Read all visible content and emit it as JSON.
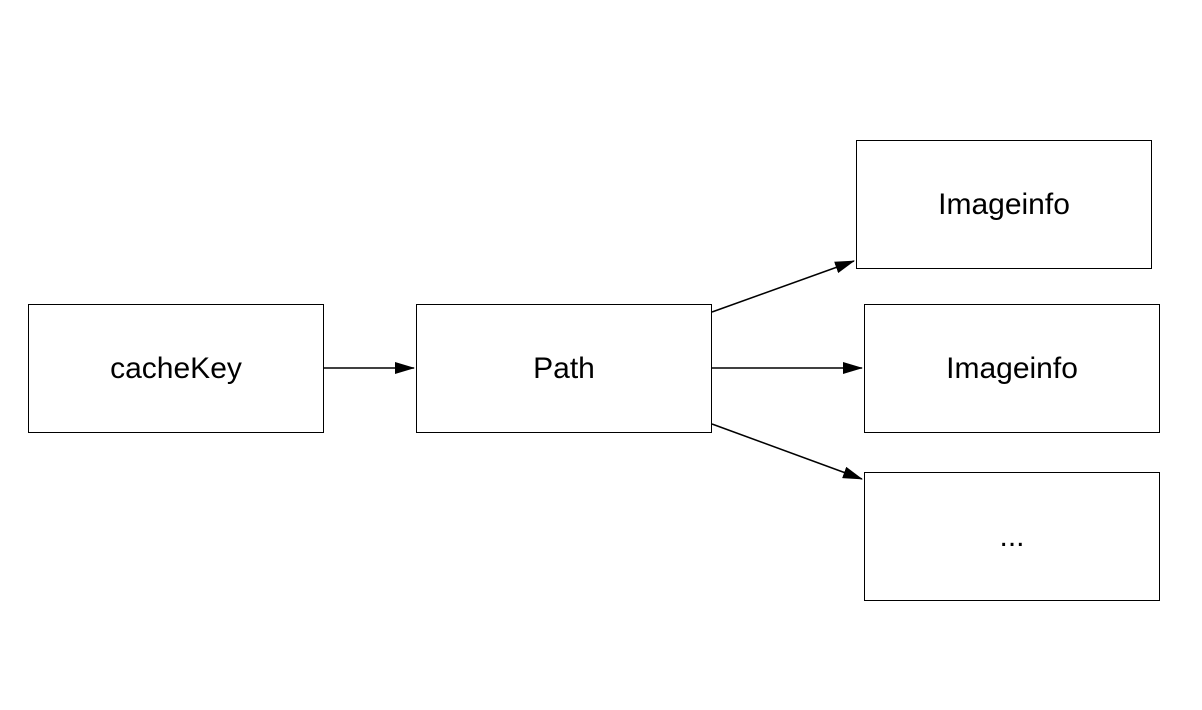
{
  "diagram": {
    "nodes": [
      {
        "id": "cachekey",
        "label": "cacheKey"
      },
      {
        "id": "path",
        "label": "Path"
      },
      {
        "id": "img1",
        "label": "Imageinfo"
      },
      {
        "id": "img2",
        "label": "Imageinfo"
      },
      {
        "id": "more",
        "label": "..."
      }
    ],
    "edges": [
      {
        "from": "cachekey",
        "to": "path"
      },
      {
        "from": "path",
        "to": "img1"
      },
      {
        "from": "path",
        "to": "img2"
      },
      {
        "from": "path",
        "to": "more"
      }
    ],
    "colors": {
      "stroke": "#000000",
      "background": "#ffffff",
      "text": "#000000"
    }
  }
}
